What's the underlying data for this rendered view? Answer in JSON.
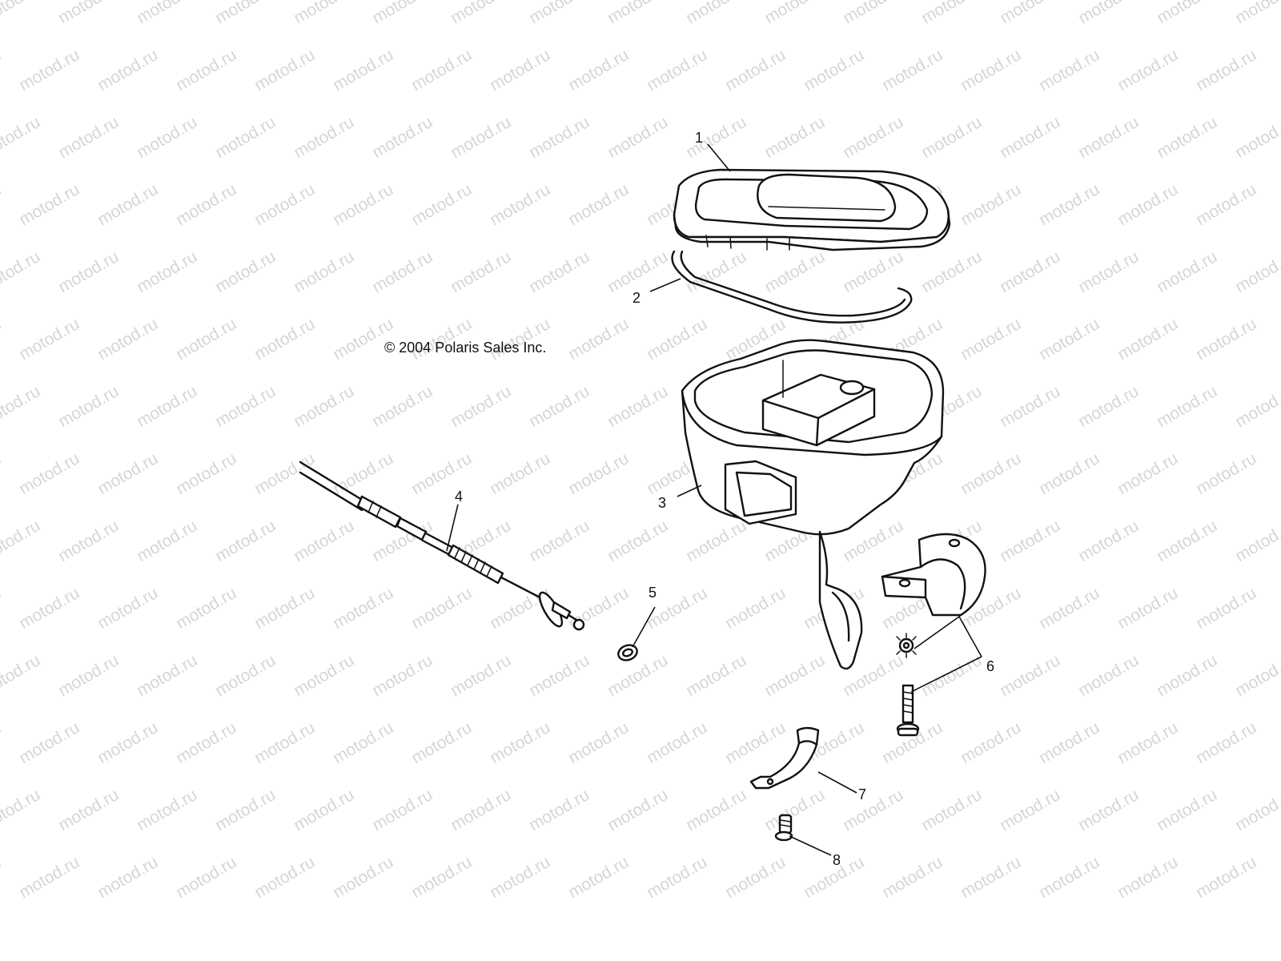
{
  "watermark": {
    "text": "motod.ru",
    "color": "#d6d6d6"
  },
  "copyright": "© 2004 Polaris Sales Inc.",
  "parts": [
    {
      "number": "1",
      "name": "cover"
    },
    {
      "number": "2",
      "name": "gasket"
    },
    {
      "number": "3",
      "name": "throttle-housing"
    },
    {
      "number": "4",
      "name": "throttle-cable"
    },
    {
      "number": "5",
      "name": "washer"
    },
    {
      "number": "6",
      "name": "clamp-set"
    },
    {
      "number": "7",
      "name": "bracket"
    },
    {
      "number": "8",
      "name": "screw"
    }
  ],
  "colors": {
    "ink": "#111111",
    "background": "#ffffff"
  }
}
